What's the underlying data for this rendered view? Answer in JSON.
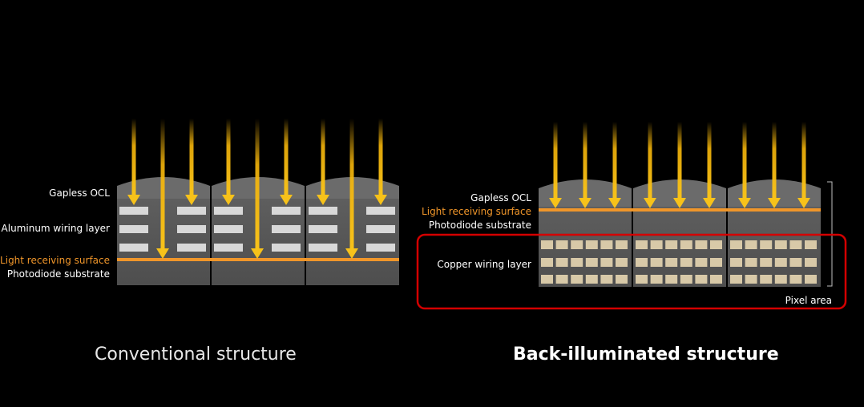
{
  "conventional": {
    "title": "Conventional structure",
    "labels": {
      "ocl": "Gapless OCL",
      "wiring": "Aluminum wiring layer",
      "surface": "Light receiving surface",
      "substrate": "Photodiode substrate"
    }
  },
  "back_illuminated": {
    "title": "Back-illuminated structure",
    "labels": {
      "ocl": "Gapless OCL",
      "surface": "Light receiving surface",
      "substrate": "Photodiode substrate",
      "wiring": "Copper wiring layer",
      "pixel_area": "Pixel area"
    }
  },
  "colors": {
    "background": "#000000",
    "light_ray": "#f5b50a",
    "receiving_surface": "#f0962a",
    "highlight_box": "#d40000",
    "pixel_body": "#5a5a5a",
    "lens": "#6b6b6b",
    "aluminum_wire": "#d8d8d8",
    "copper_wire": "#d8c9a8"
  }
}
